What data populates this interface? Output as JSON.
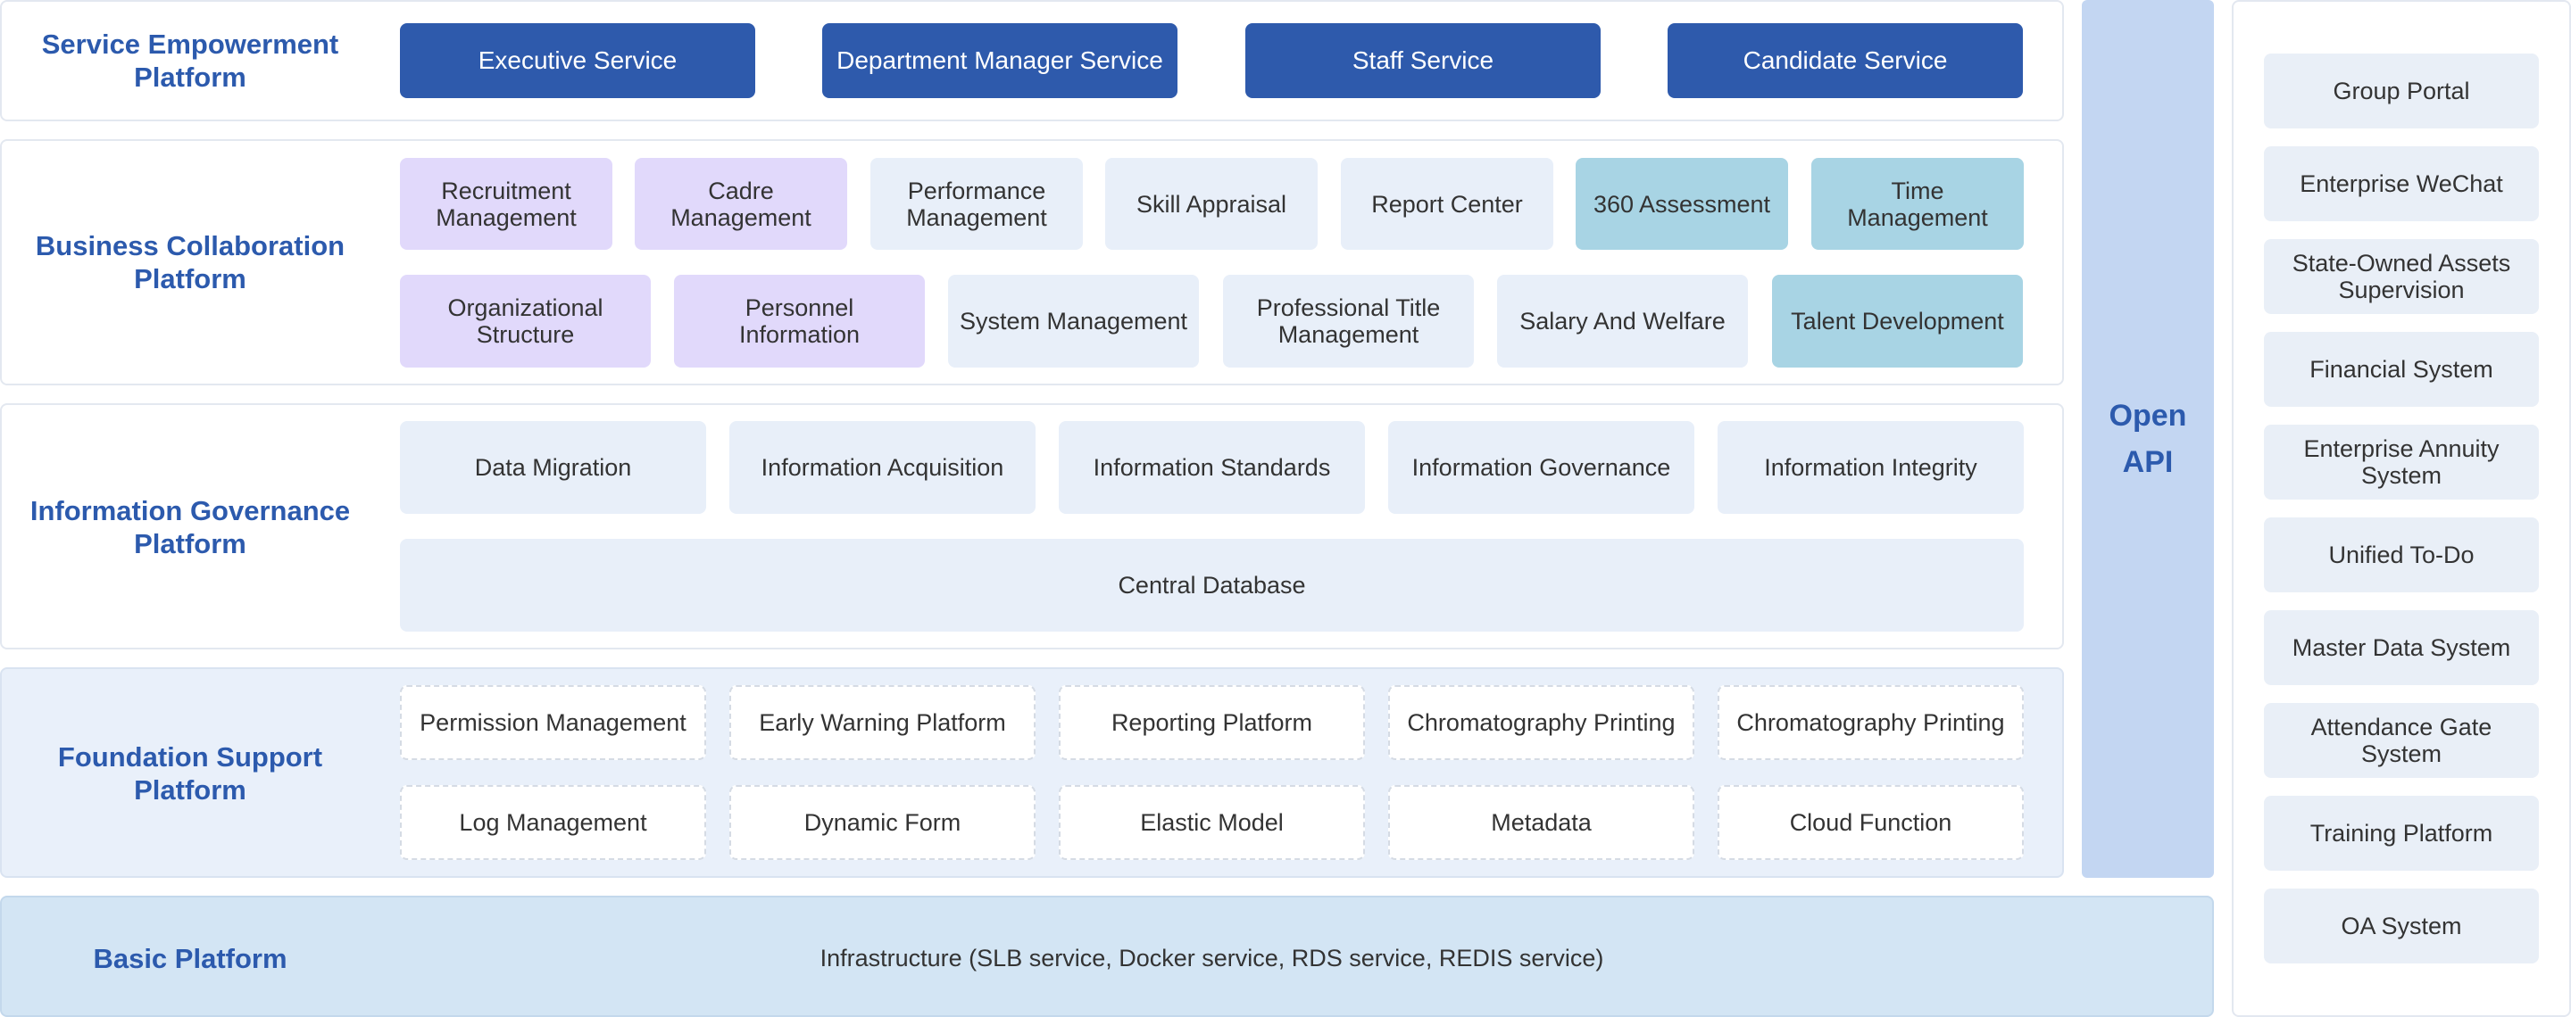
{
  "service_platform": {
    "title": "Service Empowerment Platform",
    "items": [
      "Executive Service",
      "Department Manager Service",
      "Staff Service",
      "Candidate Service"
    ]
  },
  "business_platform": {
    "title": "Business Collaboration Platform",
    "row1": [
      "Recruitment Management",
      "Cadre Management",
      "Performance Management",
      "Skill Appraisal",
      "Report Center",
      "360 Assessment",
      "Time Management"
    ],
    "row2": [
      "Organizational Structure",
      "Personnel Information",
      "System Management",
      "Professional Title Management",
      "Salary And Welfare",
      "Talent Development"
    ]
  },
  "governance_platform": {
    "title": "Information Governance Platform",
    "items": [
      "Data Migration",
      "Information Acquisition",
      "Information Standards",
      "Information Governance",
      "Information Integrity"
    ],
    "database": "Central Database"
  },
  "foundation_platform": {
    "title": "Foundation Support Platform",
    "row1": [
      "Permission Management",
      "Early Warning Platform",
      "Reporting Platform",
      "Chromatography Printing",
      "Chromatography Printing"
    ],
    "row2": [
      "Log Management",
      "Dynamic Form",
      "Elastic Model",
      "Metadata",
      "Cloud Function"
    ]
  },
  "basic_platform": {
    "title": "Basic Platform",
    "content": "Infrastructure (SLB service, Docker service, RDS service, REDIS service)"
  },
  "open_api": {
    "label": "Open API"
  },
  "external_systems": {
    "items": [
      "Group Portal",
      "Enterprise WeChat",
      "State-Owned Assets Supervision",
      "Financial System",
      "Enterprise Annuity System",
      "Unified To-Do",
      "Master Data System",
      "Attendance Gate System",
      "Training Platform",
      "OA System"
    ]
  },
  "colors": {
    "title_blue": "#2c5aad",
    "service_button": "#2e5aac",
    "purple_module": "#e1d9fb",
    "light_module": "#e8eff9",
    "teal_module": "#a8d4e4",
    "open_api": "#c3d6f2",
    "basic_platform": "#d3e5f4"
  }
}
